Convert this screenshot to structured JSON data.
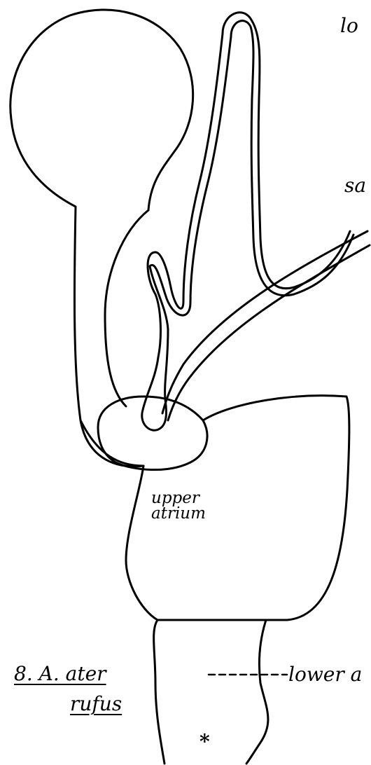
{
  "labels": {
    "top_right": "lo",
    "mid_right": "sa",
    "upper_atrium_line1": "upper",
    "upper_atrium_line2": "atrium",
    "species_line1": "8. A. ater",
    "species_line2": "rufus",
    "lower_right": "lower a",
    "marker": "*"
  }
}
